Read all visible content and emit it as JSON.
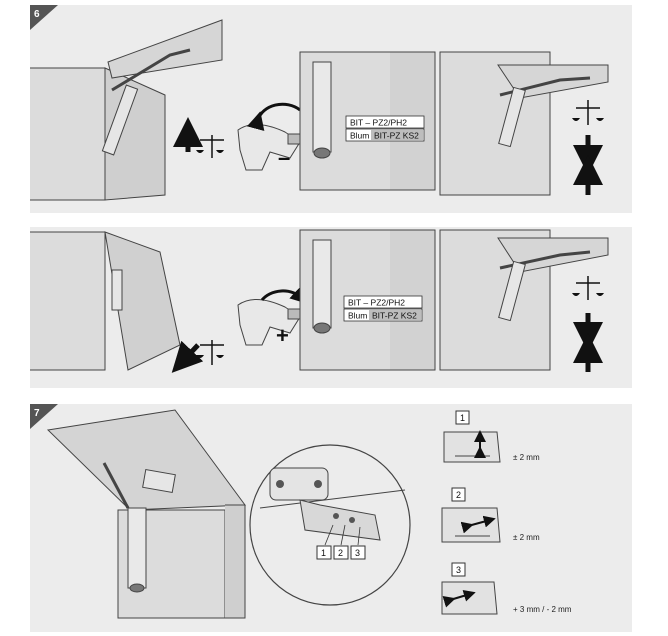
{
  "steps": [
    {
      "number": "6",
      "rows": [
        {
          "bit_label": "BIT – PZ2/PH2",
          "blum_prefix": "Blum",
          "blum_code": "BIT-PZ KS2",
          "sign": "–"
        },
        {
          "bit_label": "BIT – PZ2/PH2",
          "blum_prefix": "Blum",
          "blum_code": "BIT-PZ KS2",
          "sign": "+"
        }
      ]
    },
    {
      "number": "7",
      "callouts": [
        "1",
        "2",
        "3"
      ],
      "adjustments": [
        {
          "number": "1",
          "value": "± 2 mm"
        },
        {
          "number": "2",
          "value": "± 2 mm"
        },
        {
          "number": "3",
          "value": "+ 3 mm / - 2 mm"
        }
      ]
    }
  ]
}
